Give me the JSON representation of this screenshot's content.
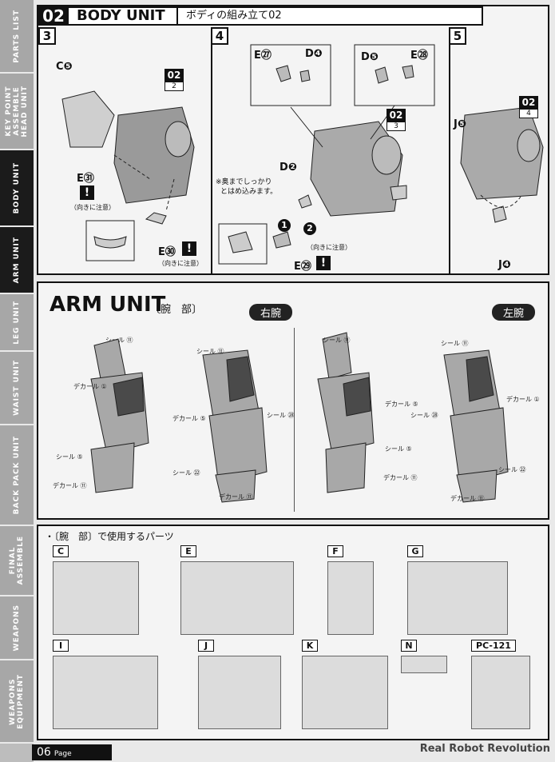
{
  "sidebar": {
    "tabs": [
      {
        "label": "PARTS LIST"
      },
      {
        "label": "KEY POINT\nASSEMBLE\nHEAD UNIT"
      },
      {
        "label": "BODY UNIT"
      },
      {
        "label": "ARM UNIT"
      },
      {
        "label": "LEG UNIT"
      },
      {
        "label": "WAIST UNIT"
      },
      {
        "label": "BACK PACK UNIT"
      },
      {
        "label": "FINAL\nASSEMBLE"
      },
      {
        "label": "WEAPONS"
      },
      {
        "label": "WEAPONS\nEQUIPMENT"
      }
    ],
    "active": "BODY UNIT"
  },
  "header": {
    "number": "02",
    "title": "BODY UNIT",
    "jp_title": "ボディの組み立て02"
  },
  "steps": [
    {
      "number": "3",
      "labels": {
        "c": "C❺",
        "e31": "E㉛",
        "e30": "E㉚",
        "box_top": "02",
        "box_bottom": "2",
        "note": "（向きに注意）"
      }
    },
    {
      "number": "4",
      "labels": {
        "e27": "E㉗",
        "d4": "D❹",
        "d5": "D❺",
        "e28": "E㉘",
        "d2": "D❷",
        "e29": "E㉙",
        "box_top": "02",
        "box_bottom": "3",
        "note1": "※奥までしっかり",
        "note2": "とはめ込みます。",
        "note3": "（向きに注意）",
        "arrow1": "1",
        "arrow2": "2"
      }
    },
    {
      "number": "5",
      "labels": {
        "j5": "J❺",
        "j4": "J❹",
        "box_top": "02",
        "box_bottom": "4"
      }
    }
  ],
  "arm_unit": {
    "title": "ARM UNIT",
    "subtitle": "〔腕　部〕",
    "right_label": "右腕",
    "left_label": "左腕",
    "callouts": [
      "シール ⑪",
      "デカール ①",
      "シール ⑤",
      "デカール ⑪",
      "シール ⑪",
      "デカール ⑤",
      "シール ㉘",
      "シール ㉒",
      "デカール ⑪",
      "シール ⑪",
      "デカール ⑤",
      "シール ⑤",
      "デカール ⑪",
      "シール ⑪",
      "シール ㉘",
      "デカール ①",
      "シール ㉒",
      "デカール ⑪"
    ]
  },
  "parts_used": {
    "title": "・〔腕　部〕で使用するパーツ",
    "runners": [
      "C",
      "E",
      "F",
      "G",
      "I",
      "J",
      "K",
      "N",
      "PC-121"
    ]
  },
  "footer": {
    "page": "06",
    "page_word": "Page",
    "brand": "Real Robot Revolution"
  }
}
